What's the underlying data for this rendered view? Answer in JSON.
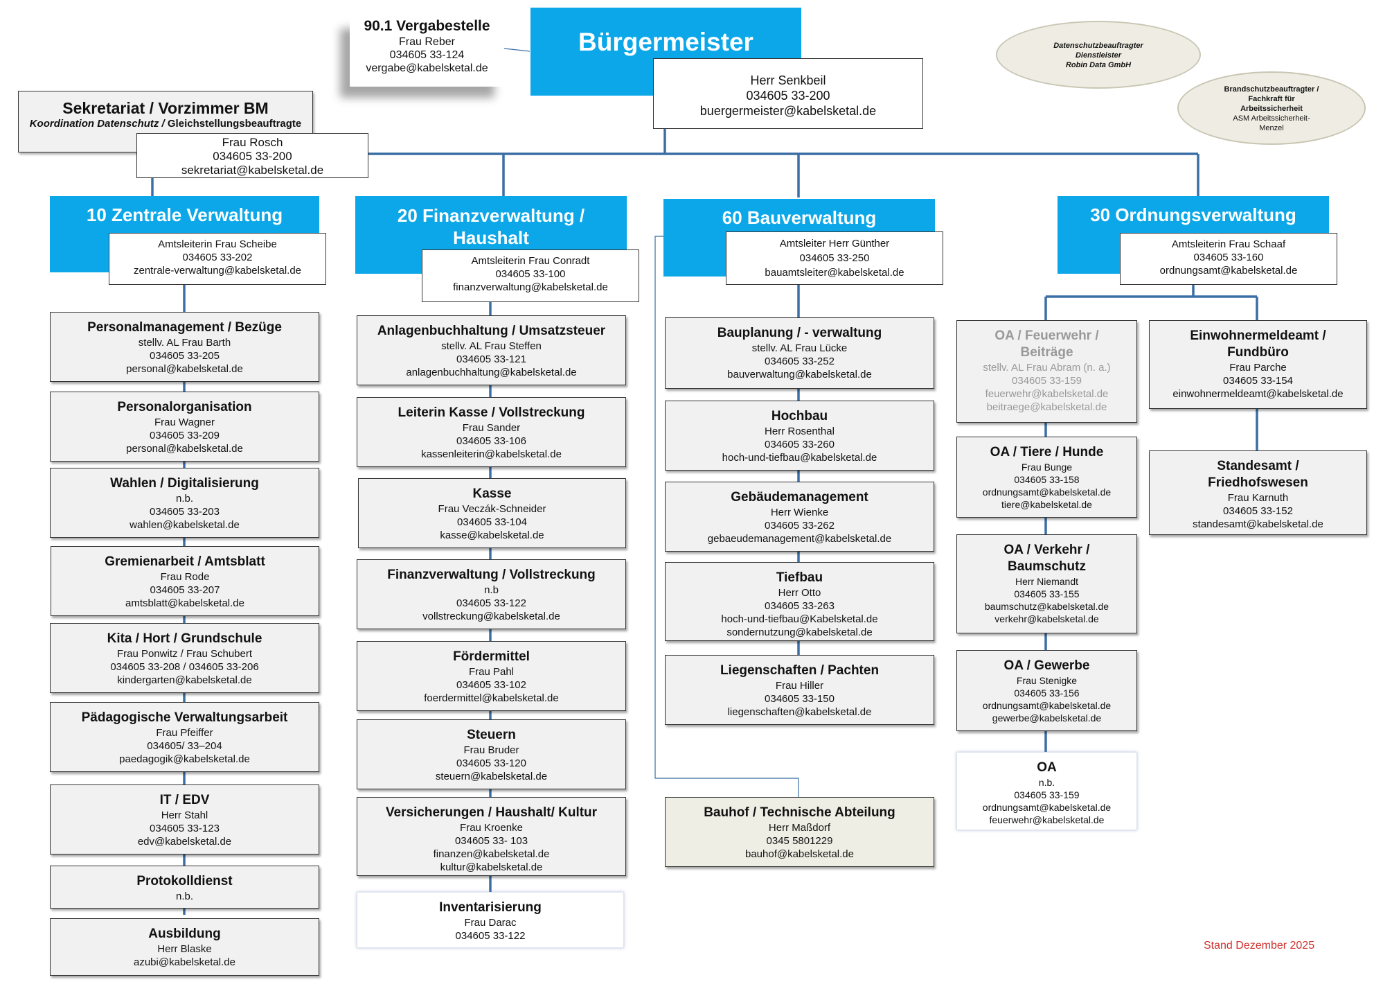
{
  "mayor": {
    "title": "Bürgermeister",
    "name": "Herr Senkbeil",
    "phone": "034605 33-200",
    "email": "buergermeister@kabelsketal.de"
  },
  "vergabe": {
    "title": "90.1 Vergabestelle",
    "name": "Frau Reber",
    "phone": "034605 33-124",
    "email": "vergabe@kabelsketal.de"
  },
  "sekretariat": {
    "title": "Sekretariat / Vorzimmer BM",
    "subtitle_italic": "Koordination Datenschutz / ",
    "subtitle_rest": "Gleichstellungsbeauftragte",
    "name": "Frau Rosch",
    "phone": "034605 33-200",
    "email": "sekretariat@kabelsketal.de"
  },
  "datenschutz": {
    "line1": "Datenschutzbeauftragter",
    "line2": "Dienstleister",
    "line3": "Robin Data GmbH"
  },
  "brandschutz": {
    "line1": "Brandschutzbeauftragter /",
    "line2": "Fachkraft für",
    "line3": "Arbeitssicherheit",
    "line4": "ASM Arbeitssicherheit-",
    "line5": "Menzel"
  },
  "departments": [
    {
      "title": "10 Zentrale Verwaltung",
      "head": "Amtsleiterin Frau Scheibe",
      "phone": "034605 33-202",
      "email": "zentrale-verwaltung@kabelsketal.de",
      "units": [
        {
          "title": "Personalmanagement / Bezüge",
          "lines": [
            "stellv. AL Frau Barth",
            "034605 33-205",
            "personal@kabelsketal.de"
          ]
        },
        {
          "title": "Personalorganisation",
          "lines": [
            "Frau Wagner",
            "034605 33-209",
            "personal@kabelsketal.de"
          ]
        },
        {
          "title": "Wahlen / Digitalisierung",
          "lines": [
            "n.b.",
            "034605 33-203",
            "wahlen@kabelsketal.de"
          ]
        },
        {
          "title": "Gremienarbeit / Amtsblatt",
          "lines": [
            "Frau Rode",
            "034605 33-207",
            "amtsblatt@kabelsketal.de"
          ]
        },
        {
          "title": "Kita / Hort / Grundschule",
          "lines": [
            "Frau Ponwitz / Frau Schubert",
            "034605 33-208 / 034605 33-206",
            "kindergarten@kabelsketal.de"
          ]
        },
        {
          "title": "Pädagogische Verwaltungsarbeit",
          "lines": [
            "Frau Pfeiffer",
            "034605/ 33–204",
            "paedagogik@kabelsketal.de"
          ]
        },
        {
          "title": "IT / EDV",
          "lines": [
            "Herr Stahl",
            "034605 33-123",
            "edv@kabelsketal.de"
          ]
        },
        {
          "title": "Protokolldienst",
          "lines": [
            "n.b."
          ]
        },
        {
          "title": "Ausbildung",
          "lines": [
            "Herr Blaske",
            "azubi@kabelsketal.de"
          ]
        }
      ]
    },
    {
      "title_l1": "20 Finanzverwaltung /",
      "title_l2": "Haushalt",
      "head": "Amtsleiterin Frau Conradt",
      "phone": "034605 33-100",
      "email": "finanzverwaltung@kabelsketal.de",
      "units": [
        {
          "title": "Anlagenbuchhaltung / Umsatzsteuer",
          "lines": [
            "stellv. AL Frau Steffen",
            "034605 33-121",
            "anlagenbuchhaltung@kabelsketal.de"
          ]
        },
        {
          "title": "Leiterin Kasse / Vollstreckung",
          "lines": [
            "Frau Sander",
            "034605 33-106",
            "kassenleiterin@kabelsketal.de"
          ]
        },
        {
          "title": "Kasse",
          "lines": [
            "Frau Veczák-Schneider",
            "034605 33-104",
            "kasse@kabelsketal.de"
          ]
        },
        {
          "title": "Finanzverwaltung / Vollstreckung",
          "lines": [
            "n.b",
            "034605 33-122",
            "vollstreckung@kabelsketal.de"
          ]
        },
        {
          "title": "Fördermittel",
          "lines": [
            "Frau Pahl",
            "034605 33-102",
            "foerdermittel@kabelsketal.de"
          ]
        },
        {
          "title": "Steuern",
          "lines": [
            "Frau Bruder",
            "034605 33-120",
            "steuern@kabelsketal.de"
          ]
        },
        {
          "title": "Versicherungen / Haushalt/ Kultur",
          "lines": [
            "Frau Kroenke",
            "034605 33- 103",
            "finanzen@kabelsketal.de",
            "kultur@kabelsketal.de"
          ]
        },
        {
          "title": "Inventarisierung",
          "lines": [
            "Frau Darac",
            "034605 33-122"
          ]
        }
      ]
    },
    {
      "title": "60 Bauverwaltung",
      "head": "Amtsleiter Herr Günther",
      "phone": "034605 33-250",
      "email": "bauamtsleiter@kabelsketal.de",
      "units": [
        {
          "title": "Bauplanung / - verwaltung",
          "lines": [
            "stellv. AL Frau Lücke",
            "034605 33-252",
            "bauverwaltung@kabelsketal.de"
          ]
        },
        {
          "title": "Hochbau",
          "lines": [
            "Herr Rosenthal",
            "034605 33-260",
            "hoch-und-tiefbau@kabelsketal.de"
          ]
        },
        {
          "title": "Gebäudemanagement",
          "lines": [
            "Herr Wienke",
            "034605 33-262",
            "gebaeudemanagement@kabelsketal.de"
          ]
        },
        {
          "title": "Tiefbau",
          "lines": [
            "Herr Otto",
            "034605 33-263",
            "hoch-und-tiefbau@Kabelsketal.de",
            "sondernutzung@kabelsketal.de"
          ]
        },
        {
          "title": "Liegenschaften / Pachten",
          "lines": [
            "Frau Hiller",
            "034605 33-150",
            "liegenschaften@kabelsketal.de"
          ]
        },
        {
          "title": "Bauhof / Technische Abteilung",
          "lines": [
            "Herr Maßdorf",
            "0345 5801229",
            "bauhof@kabelsketal.de"
          ]
        }
      ]
    },
    {
      "title": "30 Ordnungsverwaltung",
      "head": "Amtsleiterin Frau Schaaf",
      "phone": "034605 33-160",
      "email": "ordnungsamt@kabelsketal.de",
      "units": [
        {
          "title_l1": "OA / Feuerwehr /",
          "title_l2": "Beiträge",
          "lines": [
            "stellv. AL Frau Abram (n. a.)",
            "034605 33-159",
            "feuerwehr@kabelsketal.de",
            "beitraege@kabelsketal.de"
          ]
        },
        {
          "title": "OA / Tiere / Hunde",
          "lines": [
            "Frau Bunge",
            "034605 33-158",
            "ordnungsamt@kabelsketal.de",
            "tiere@kabelsketal.de"
          ]
        },
        {
          "title_l1": "OA / Verkehr /",
          "title_l2": "Baumschutz",
          "lines": [
            "Herr Niemandt",
            "034605 33-155",
            "baumschutz@kabelsketal.de",
            "verkehr@kabelsketal.de"
          ]
        },
        {
          "title": "OA / Gewerbe",
          "lines": [
            "Frau Stenigke",
            "034605 33-156",
            "ordnungsamt@kabelsketal.de",
            "gewerbe@kabelsketal.de"
          ]
        },
        {
          "title": "OA",
          "lines": [
            "n.b.",
            "034605 33-159",
            "ordnungsamt@kabelsketal.de",
            "feuerwehr@kabelsketal.de"
          ]
        },
        {
          "title_l1": "Einwohnermeldeamt /",
          "title_l2": "Fundbüro",
          "lines": [
            "Frau Parche",
            "034605 33-154",
            "einwohnermeldeamt@kabelsketal.de"
          ]
        },
        {
          "title_l1": "Standesamt /",
          "title_l2": "Friedhofswesen",
          "lines": [
            "Frau Karnuth",
            "034605 33-152",
            "standesamt@kabelsketal.de"
          ]
        }
      ]
    }
  ],
  "footer": {
    "stand": "Stand Dezember 2025"
  },
  "colors": {
    "header_blue": "#0ba7e8",
    "line_blue": "#3a6ea5",
    "stand_red": "#d0312d"
  }
}
